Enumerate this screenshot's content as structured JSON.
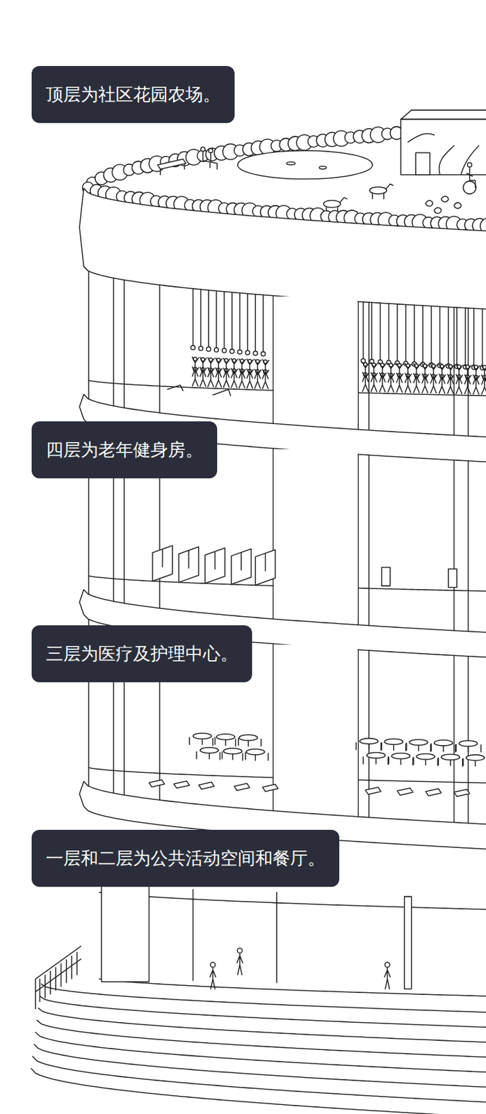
{
  "diagram": {
    "nodes": [
      {
        "text": [
          "顶层为社区花园农场。"
        ]
      },
      {
        "text": [
          "四层为老年健身房。"
        ]
      },
      {
        "text": [
          "三层为医疗及护理中心。"
        ]
      },
      {
        "text": [
          "一层和二层为公共活动空间和餐厅。"
        ]
      }
    ]
  }
}
